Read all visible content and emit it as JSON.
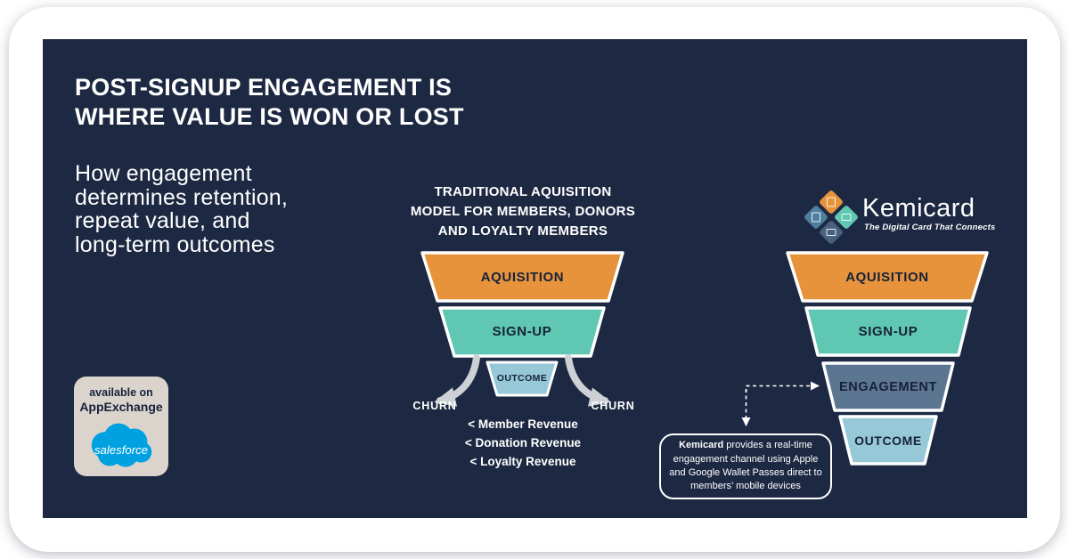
{
  "colors": {
    "card_bg": "#1D2942",
    "orange": "#E6933C",
    "teal": "#5FC7B2",
    "slate": "#5C7590",
    "lightblue": "#97C8D8",
    "label_navy": "#16213A",
    "arrow_gray": "#CDD0D4",
    "badge_bg": "#DAD4CD",
    "salesforce_blue": "#00A1E0",
    "logo_left": "#4E7F9E",
    "logo_bottom": "#47617E"
  },
  "header": {
    "title_lines": [
      "POST-SIGNUP ENGAGEMENT IS",
      "WHERE VALUE IS WON OR LOST"
    ],
    "subtitle_lines": [
      "How engagement",
      "determines retention,",
      "repeat value, and",
      "long-term outcomes"
    ]
  },
  "badge": {
    "line1": "available on",
    "line2": "AppExchange",
    "logo_text": "salesforce"
  },
  "left_funnel": {
    "title_lines": [
      "TRADITIONAL AQUISITION",
      "MODEL FOR MEMBERS, DONORS",
      "AND LOYALTY MEMBERS"
    ],
    "stages": [
      {
        "label": "AQUISITION",
        "color": "orange"
      },
      {
        "label": "SIGN-UP",
        "color": "teal"
      },
      {
        "label": "OUTCOME",
        "color": "lightblue"
      }
    ],
    "churn_left": "CHURN",
    "churn_right": "CHURN",
    "revenue_lines": [
      "< Member Revenue",
      "< Donation Revenue",
      "< Loyalty Revenue"
    ]
  },
  "right_funnel": {
    "brand": "Kemicard",
    "tagline": "The Digital Card That Connects",
    "stages": [
      {
        "label": "AQUISITION",
        "color": "orange"
      },
      {
        "label": "SIGN-UP",
        "color": "teal"
      },
      {
        "label": "ENGAGEMENT",
        "color": "slate"
      },
      {
        "label": "OUTCOME",
        "color": "lightblue"
      }
    ]
  },
  "callout": {
    "brand": "Kemicard",
    "line1_rest": " provides a real-time",
    "lines": [
      "engagement channel using Apple",
      "and Google Wallet Passes direct to",
      "members’ mobile devices"
    ]
  }
}
